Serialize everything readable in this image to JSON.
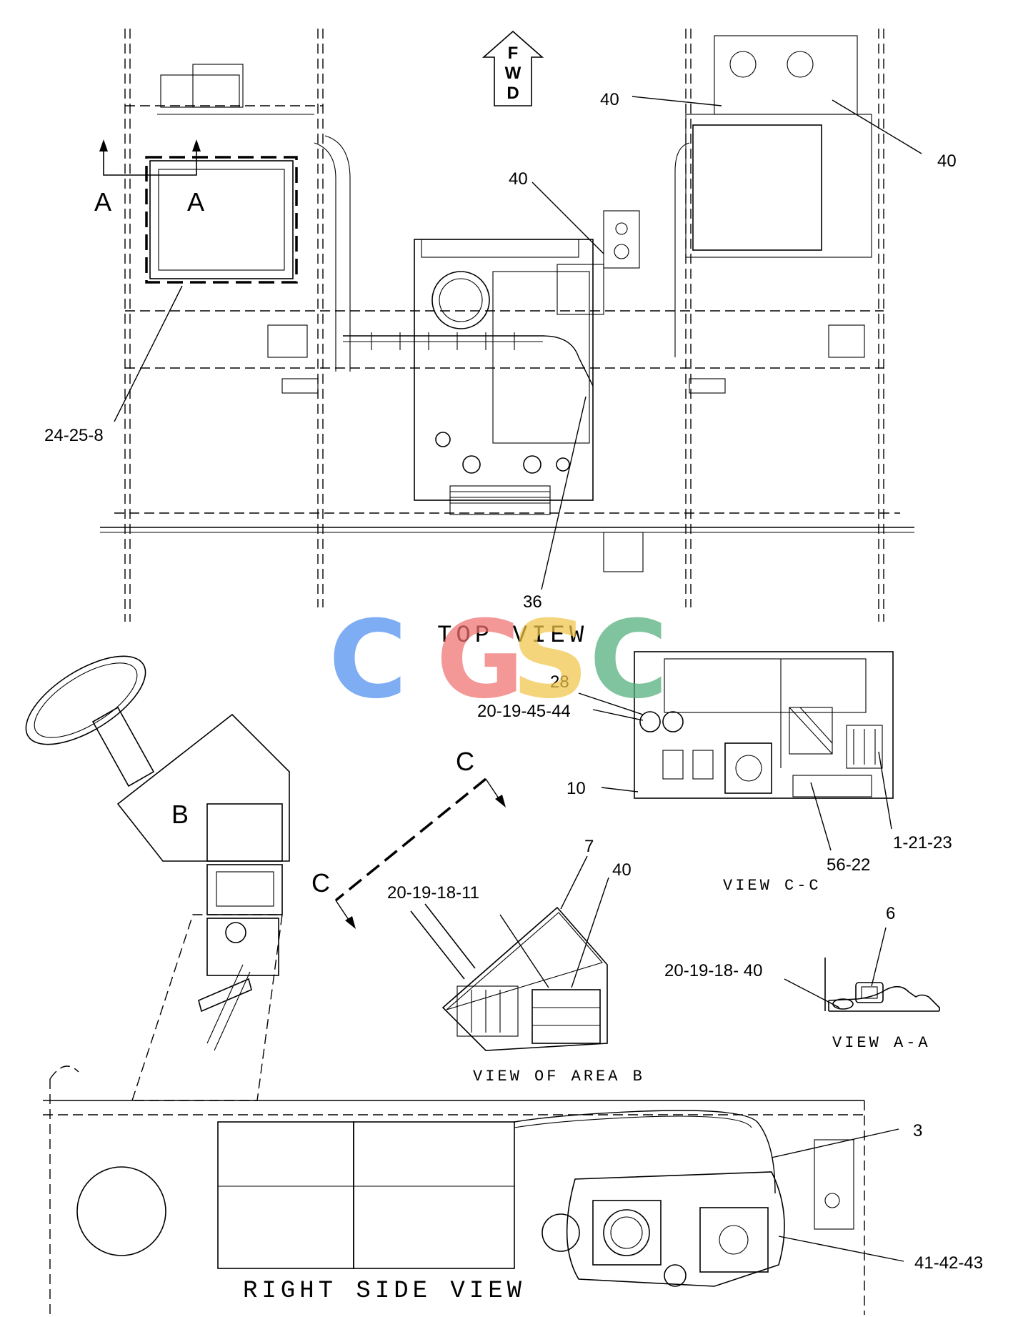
{
  "views": {
    "top": "TOP VIEW",
    "right_side": "RIGHT SIDE VIEW",
    "c_c": "VIEW C-C",
    "area_b": "VIEW OF AREA B",
    "a_a": "VIEW A-A"
  },
  "fwd_arrow": {
    "letters": [
      "F",
      "W",
      "D"
    ]
  },
  "section_markers": {
    "a": "A",
    "b": "B",
    "c": "C"
  },
  "callouts": {
    "top_40_a": "40",
    "top_40_b": "40",
    "top_40_c": "40",
    "top_24_25_8": "24-25-8",
    "top_36": "36",
    "cc_28": "28",
    "cc_20_19_45_44": "20-19-45-44",
    "cc_10": "10",
    "cc_56_22": "56-22",
    "cc_1_21_23": "1-21-23",
    "b_7": "7",
    "b_40": "40",
    "b_20_19_18_11": "20-19-18-11",
    "aa_6": "6",
    "aa_20_19_18_40": "20-19-18- 40",
    "side_3": "3",
    "side_41_42_43": "41-42-43"
  },
  "watermark": {
    "letters": [
      "C",
      "G",
      "S",
      "C"
    ],
    "colors": [
      "#4f8ef0",
      "#f07070",
      "#f2c64a",
      "#4fae7a"
    ]
  }
}
